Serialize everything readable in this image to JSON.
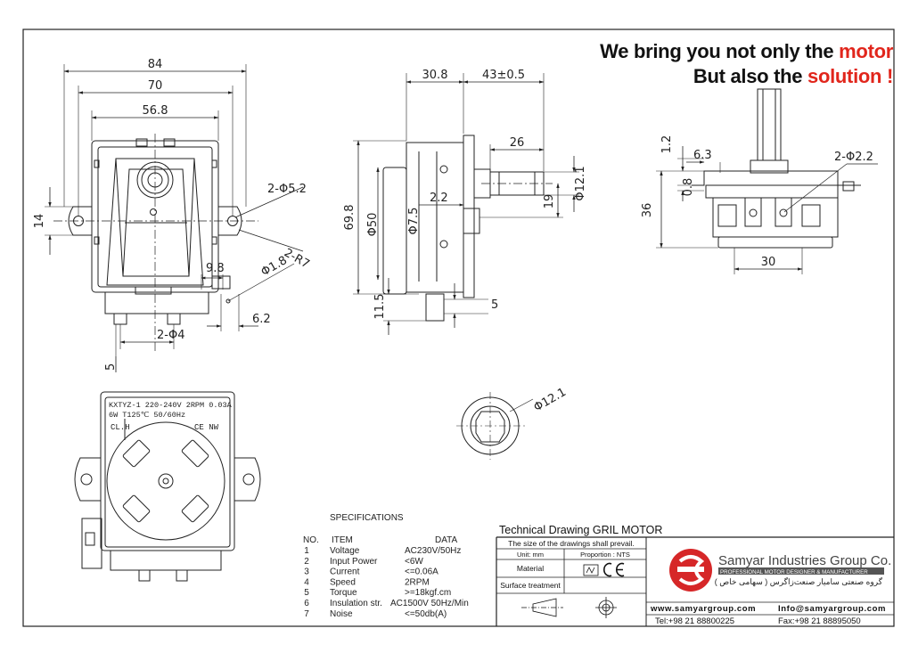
{
  "header": {
    "line1_prefix": "We bring you not only the ",
    "line1_highlight": "motor",
    "line2_prefix": "But also the ",
    "line2_highlight": "solution !",
    "accent_color": "#e1261c"
  },
  "front_view": {
    "dims": {
      "width_84": "84",
      "width_70": "70",
      "width_56_8": "56.8",
      "height_14": "14",
      "holes": "2-Φ5.2",
      "radius": "2-R7",
      "pin_9_8": "9.8",
      "pin_dia": "Φ1.8",
      "gap_6_2": "6.2",
      "pin_holes": "2-Φ4",
      "bottom_5": "5"
    }
  },
  "side_view": {
    "dims": {
      "d30_8": "30.8",
      "d43": "43±0.5",
      "d26": "26",
      "d12_1": "Φ12.1",
      "d19": "19",
      "d2_2": "2.2",
      "d69_8": "69.8",
      "d50": "Φ50",
      "d7_5": "Φ7.5",
      "d11_5": "11.5",
      "d5": "5"
    }
  },
  "top_view": {
    "dims": {
      "d1_2": "1.2",
      "d6_3": "6.3",
      "holes": "2-Φ2.2",
      "d0_8": "0.8",
      "d36": "36",
      "d30": "30"
    }
  },
  "shaft_view": {
    "dims": {
      "d12_1": "Φ12.1"
    }
  },
  "label_plate": {
    "line1": "KXTYZ-1 220-240V 2RPM 0.03A",
    "line2": "6W T125℃ 50/60Hz",
    "left_mark": "CL.H",
    "right_mark": "CE NW"
  },
  "specifications": {
    "title": "SPECIFICATIONS",
    "col_no": "NO.",
    "col_item": "ITEM",
    "col_data": "DATA",
    "rows": [
      {
        "no": "1",
        "item": "Voltage",
        "data": "AC230V/50Hz"
      },
      {
        "no": "2",
        "item": "Input Power",
        "data": "<6W"
      },
      {
        "no": "3",
        "item": "Current",
        "data": "<=0.06A"
      },
      {
        "no": "4",
        "item": "Speed",
        "data": "2RPM"
      },
      {
        "no": "5",
        "item": "Torque",
        "data": ">=18kgf.cm"
      },
      {
        "no": "6",
        "item": "Insulation str.",
        "data": "AC1500V 50Hz/Min"
      },
      {
        "no": "7",
        "item": "Noise",
        "data": "<=50db(A)"
      }
    ]
  },
  "title_block": {
    "title": "Technical Drawing GRIL MOTOR",
    "note": "The size of the drawings shall prevail.",
    "unit": "Unit: mm",
    "proportion": "Proportion :  NTS",
    "material": "Material",
    "surface": "Surface treatment",
    "company": "Samyar Industries Group Co.",
    "tagline": "PROFESSIONAL MOTOR DESIGNER & MANUFACTURER",
    "persian": "گروه صنعتی سامیار صنعت‌زاگرس ( سهامی خاص )",
    "website": "www.samyargroup.com",
    "email": "Info@samyargroup.com",
    "tel": "Tel:+98 21 88800225",
    "fax": "Fax:+98 21 88895050",
    "brand_color": "#d62728"
  }
}
